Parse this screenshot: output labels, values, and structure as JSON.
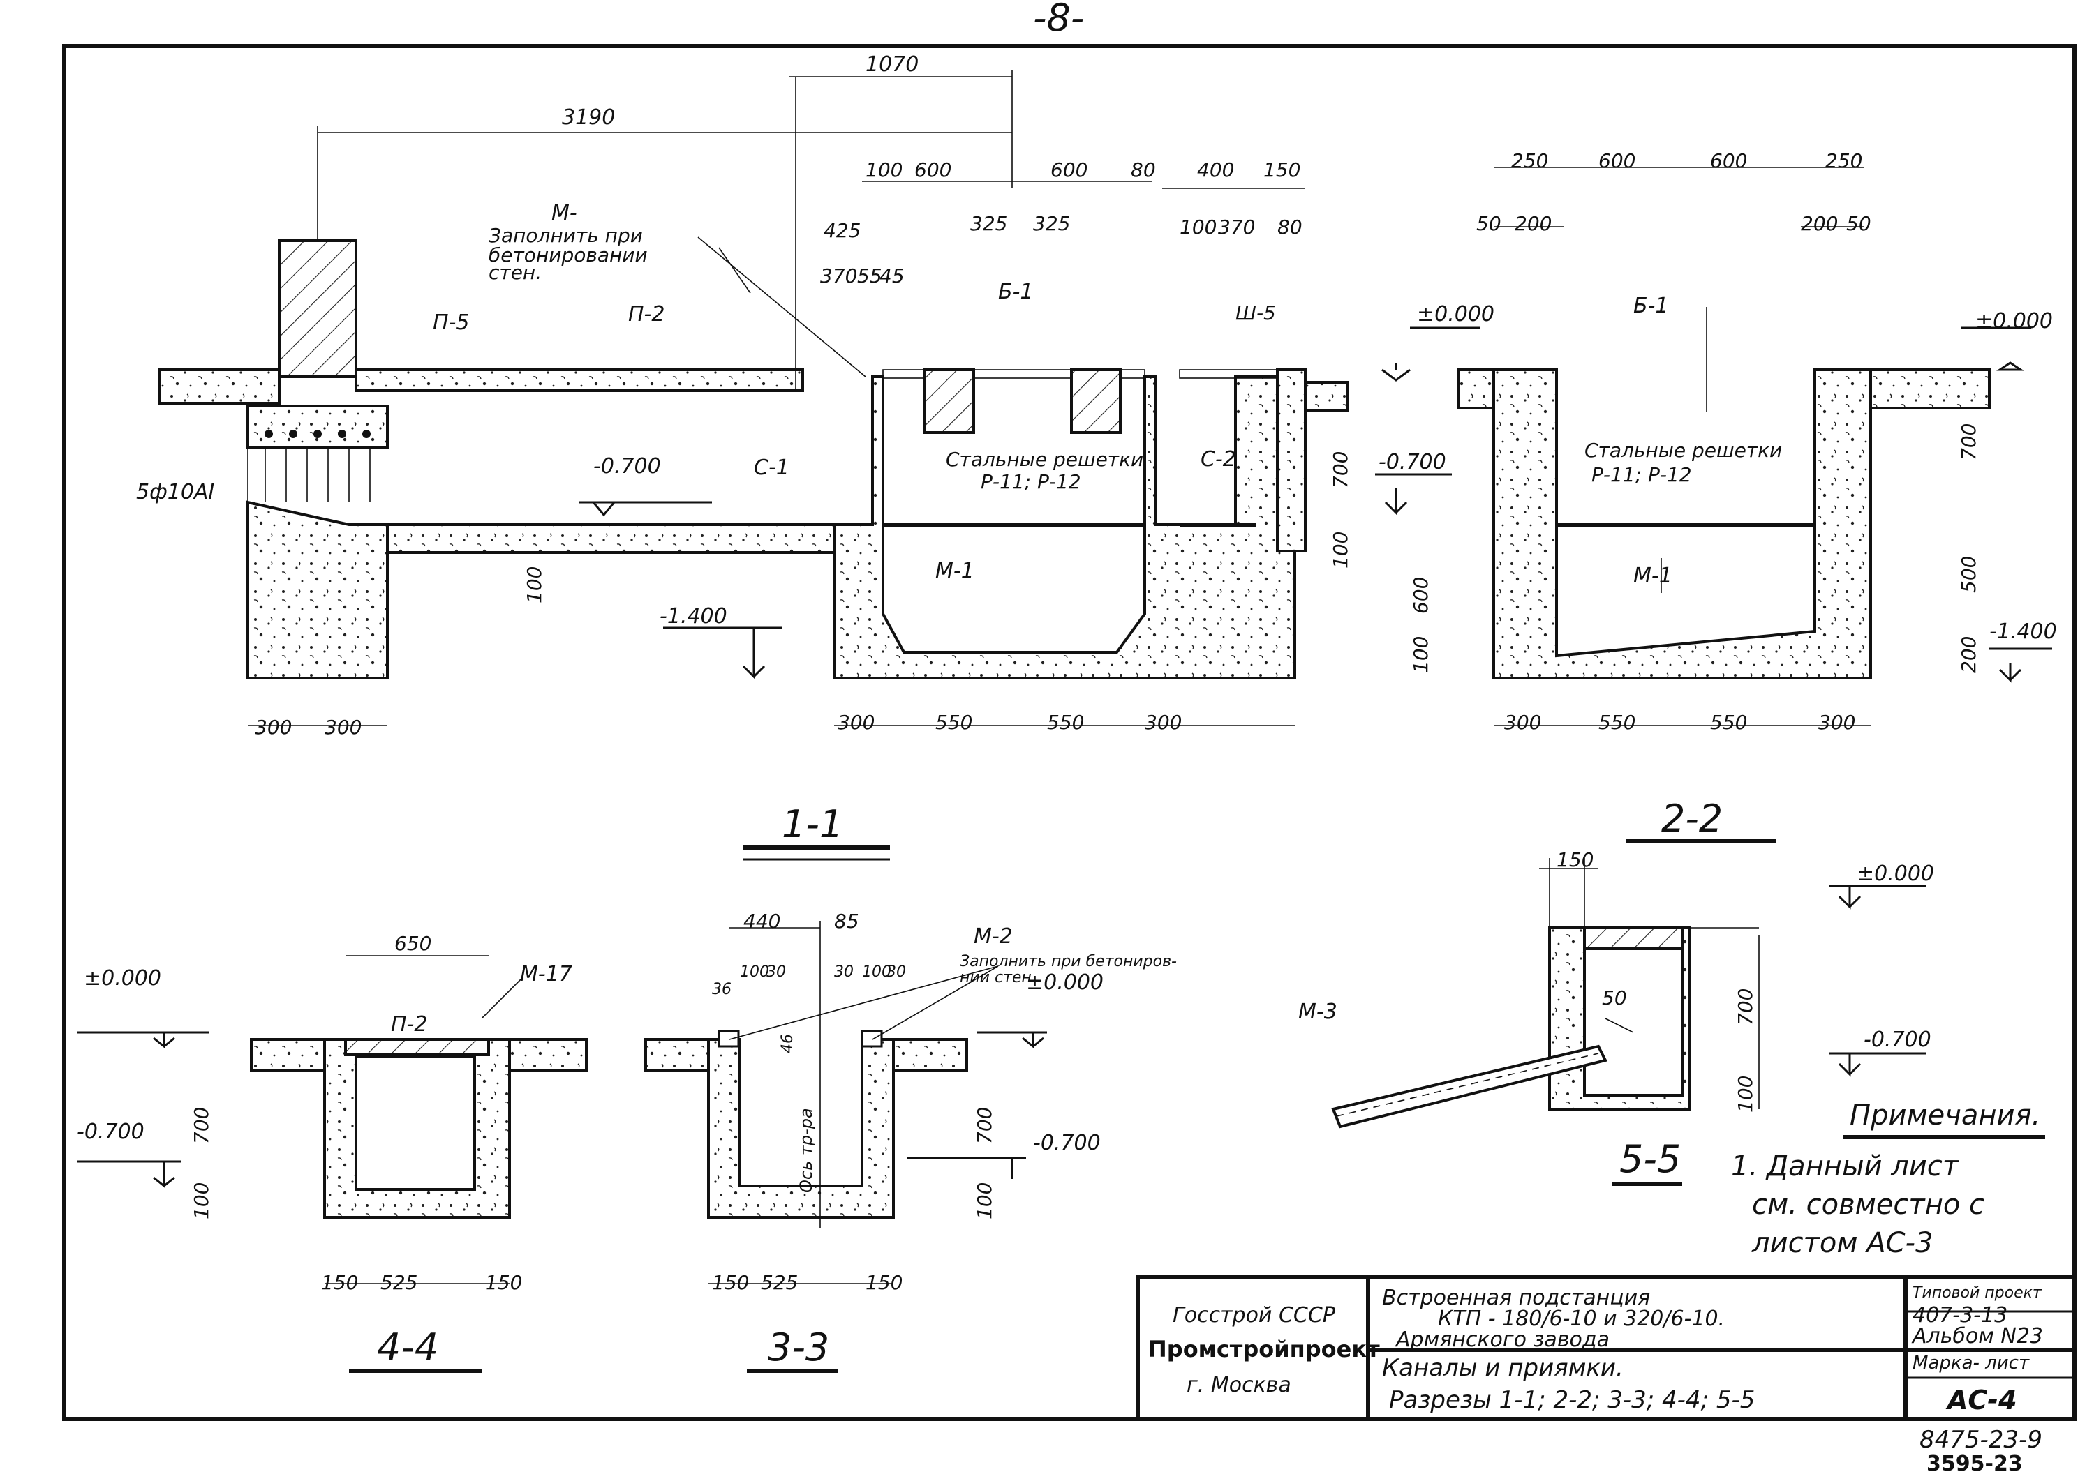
{
  "page_number": "-8-",
  "notes": {
    "heading": "Примечания.",
    "text_1": "1. Данный лист",
    "text_2": "см. совместно с",
    "text_3": "листом АС-3"
  },
  "sections": {
    "s11": {
      "title": "1-1",
      "dims_top": [
        "3190",
        "1070",
        "100",
        "600",
        "600",
        "80",
        "400",
        "150",
        "425",
        "370",
        "55",
        "45",
        "325",
        "325",
        "100",
        "370",
        "80"
      ],
      "dims_bottom": [
        "300",
        "300",
        "300",
        "550",
        "550",
        "300"
      ],
      "dims_vert": [
        "100",
        "700",
        "100"
      ],
      "levels": [
        "-0.700",
        "-1.400"
      ],
      "labels": {
        "m_top": "М-",
        "m_top_note_1": "Заполнить при",
        "m_top_note_2": "бетонировании",
        "m_top_note_3": "стен.",
        "p5": "П-5",
        "p2": "П-2",
        "b1": "Б-1",
        "sh5": "Ш-5",
        "c1": "С-1",
        "c2": "С-2",
        "grates": "Стальные решетки",
        "grates_marks": "Р-11; Р-12",
        "m1": "М-1",
        "rebar": "5ф10АI"
      }
    },
    "s22": {
      "title": "2-2",
      "dims_top": [
        "250",
        "600",
        "600",
        "250",
        "50",
        "200",
        "200",
        "50"
      ],
      "dims_bottom": [
        "300",
        "550",
        "550",
        "300"
      ],
      "dims_vert_left": [
        "600",
        "100"
      ],
      "dims_vert_right": [
        "700",
        "500",
        "200"
      ],
      "levels": [
        "±0.000",
        "±0.000",
        "-0.700",
        "-1.400"
      ],
      "labels": {
        "b1": "Б-1",
        "grates": "Стальные решетки",
        "grates_marks": "Р-11; Р-12",
        "m1": "М-1"
      }
    },
    "s44": {
      "title": "4-4",
      "dims_top": [
        "650"
      ],
      "dims_bottom": [
        "150",
        "525",
        "150"
      ],
      "dims_vert": [
        "700",
        "100"
      ],
      "levels": [
        "±0.000",
        "-0.700"
      ],
      "labels": {
        "p2": "П-2",
        "m17": "М-17"
      }
    },
    "s33": {
      "title": "3-3",
      "dims_top": [
        "440",
        "85",
        "100",
        "30",
        "30",
        "100",
        "30",
        "36",
        "46"
      ],
      "dims_bottom": [
        "150",
        "525",
        "150"
      ],
      "dims_vert": [
        "700",
        "100"
      ],
      "levels": [
        "±0.000",
        "-0.700"
      ],
      "labels": {
        "m2": "М-2",
        "m2_note_1": "Заполнить при бетониров-",
        "m2_note_2": "нии стен.",
        "axis": "Ось тр-ра"
      }
    },
    "s55": {
      "title": "5-5",
      "dims_top": [
        "150"
      ],
      "dims_vert": [
        "700",
        "100"
      ],
      "dim_inner": "50",
      "levels": [
        "±0.000",
        "-0.700"
      ],
      "labels": {
        "m3": "М-3"
      }
    }
  },
  "stamp": {
    "org_1": "Госстрой СССР",
    "org_2": "Промстройпроект",
    "org_3": "г. Москва",
    "project_1": "Встроенная подстанция",
    "project_2": "КТП - 180/6-10 и 320/6-10.",
    "project_3": "Армянского завода",
    "sheet_title_1": "Каналы и приямки.",
    "sheet_title_2": "Разрезы 1-1; 2-2; 3-3; 4-4; 5-5",
    "typical_label": "Типовой проект",
    "typical_value_1": "407-3-13",
    "typical_value_2": "Альбом N23",
    "mark_label": "Марка- лист",
    "mark_value": "АС-4"
  },
  "footer": {
    "code_1": "8475-23-9",
    "code_2": "3595-23"
  }
}
